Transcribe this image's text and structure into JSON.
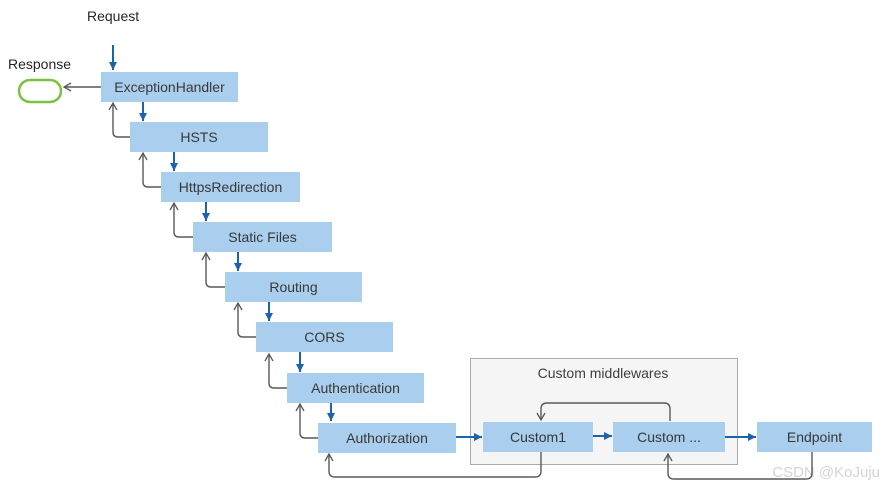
{
  "labels": {
    "request": "Request",
    "response": "Response"
  },
  "pipeline": {
    "boxes": [
      {
        "label": "ExceptionHandler"
      },
      {
        "label": "HSTS"
      },
      {
        "label": "HttpsRedirection"
      },
      {
        "label": "Static Files"
      },
      {
        "label": "Routing"
      },
      {
        "label": "CORS"
      },
      {
        "label": "Authentication"
      },
      {
        "label": "Authorization"
      }
    ]
  },
  "custom_group": {
    "title": "Custom middlewares",
    "boxes": [
      {
        "label": "Custom1"
      },
      {
        "label": "Custom ..."
      }
    ]
  },
  "endpoint": {
    "label": "Endpoint"
  },
  "watermark": {
    "text": "CSDN @KoJuju"
  },
  "colors": {
    "box_fill": "#aaceee",
    "arrow_blue": "#1b64ad",
    "line_gray": "#595959",
    "terminal_green": "#7ac142",
    "group_fill": "#f5f5f5",
    "group_border": "#ababab",
    "watermark_gray": "#d4d4d4"
  }
}
